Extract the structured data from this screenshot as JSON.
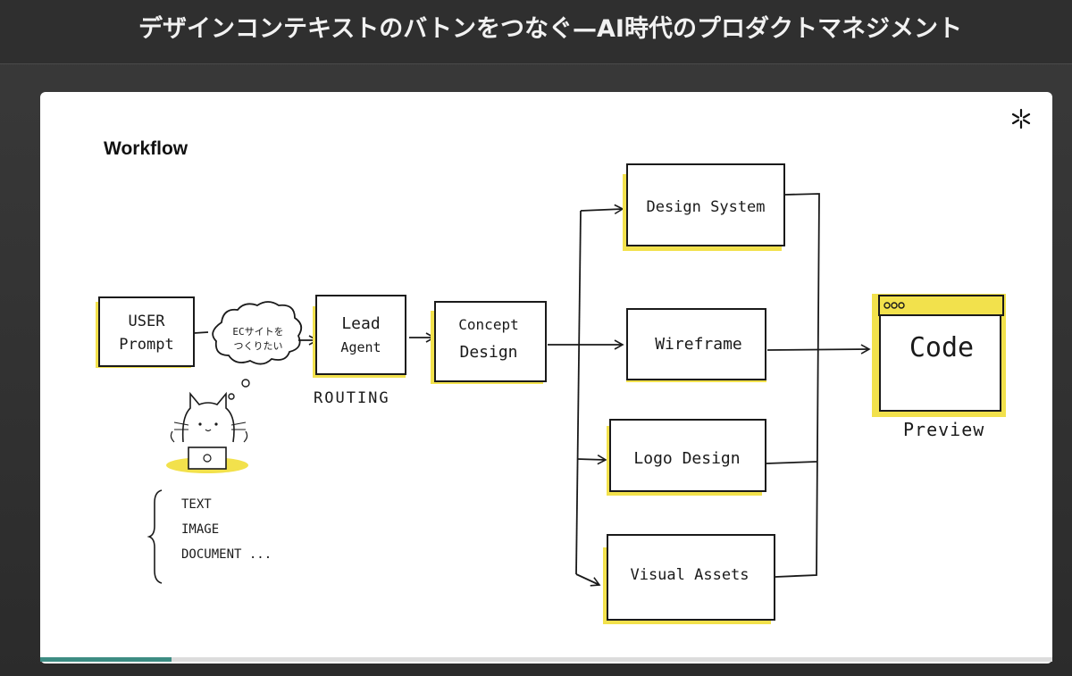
{
  "header": {
    "title": "デザインコンテキストのバトンをつなぐ—AI時代のプロダクトマネジメント"
  },
  "slide": {
    "heading": "Workflow",
    "logo_icon": "sparkle-asterisk-icon"
  },
  "diagram": {
    "user_prompt": [
      "USER",
      "Prompt"
    ],
    "thought_bubble": [
      "ECサイトを",
      "つくりたい"
    ],
    "lead_agent": [
      "Lead",
      "Agent"
    ],
    "routing_label": "ROUTING",
    "concept_design": [
      "Concept",
      "Design"
    ],
    "outputs": [
      "Design System",
      "Wireframe",
      "Logo Design",
      "Visual Assets"
    ],
    "code": "Code",
    "preview_label": "Preview",
    "input_types": [
      "TEXT",
      "IMAGE",
      "DOCUMENT ..."
    ]
  },
  "colors": {
    "highlight": "#f2e14c",
    "ink": "#1a1a1a",
    "progress": "#3d8c83"
  },
  "progress": {
    "fraction": 0.13
  }
}
